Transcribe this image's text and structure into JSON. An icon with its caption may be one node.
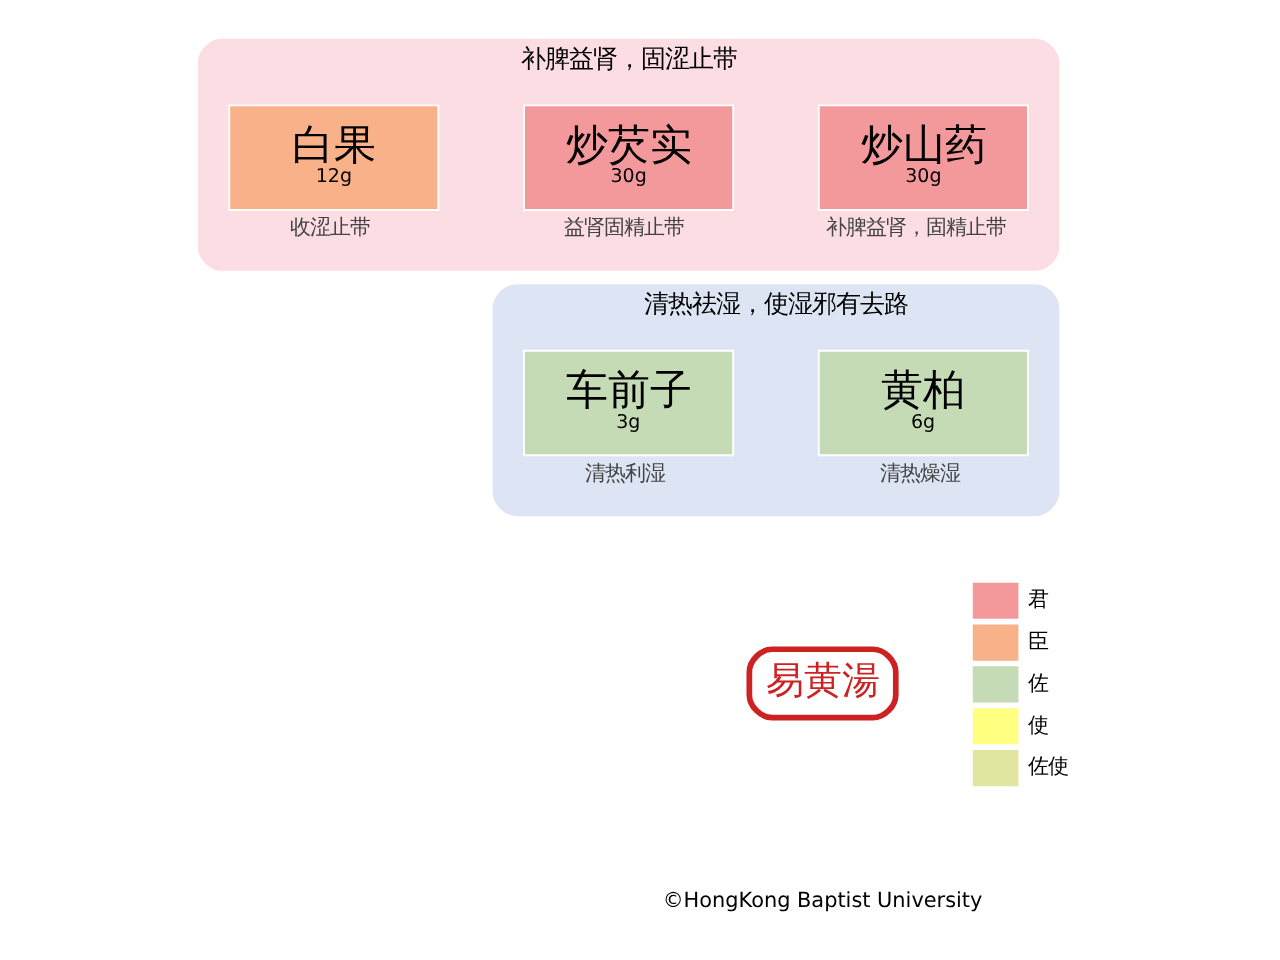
{
  "diagram": {
    "nodes": [
      {
        "text": [
          "补脾益肾，固涩止带"
        ]
      },
      {
        "text": [
          "炒山药",
          "30g"
        ],
        "beside": [
          "补脾益肾，固精止带"
        ],
        "in": 0
      },
      {
        "text": [
          "炒芡实",
          "30g"
        ],
        "beside": [
          "益肾固精止带"
        ],
        "in": 0
      },
      {
        "text": [
          "白果",
          "12g"
        ],
        "beside": [
          "收涩止带"
        ],
        "in": 0
      },
      {
        "text": [
          "清热祛湿，使湿邪有去路"
        ]
      },
      {
        "text": [
          "黄柏",
          "6g"
        ],
        "beside": [
          "清热燥湿"
        ],
        "in": 4
      },
      {
        "text": [
          "车前子",
          "3g"
        ],
        "beside": [
          "清热利湿"
        ],
        "in": 4
      }
    ],
    "edges": [],
    "labels": [
      "易黄湯",
      "©HongKong Baptist University"
    ],
    "legend": [
      {
        "text": "君",
        "color": "#f4999b"
      },
      {
        "text": "臣",
        "color": "#f9b18a"
      },
      {
        "text": "佐",
        "color": "#c5dbb5"
      },
      {
        "text": "使",
        "color": "#ffff80"
      },
      {
        "text": "佐使",
        "color": "#e0e6a0"
      }
    ]
  }
}
